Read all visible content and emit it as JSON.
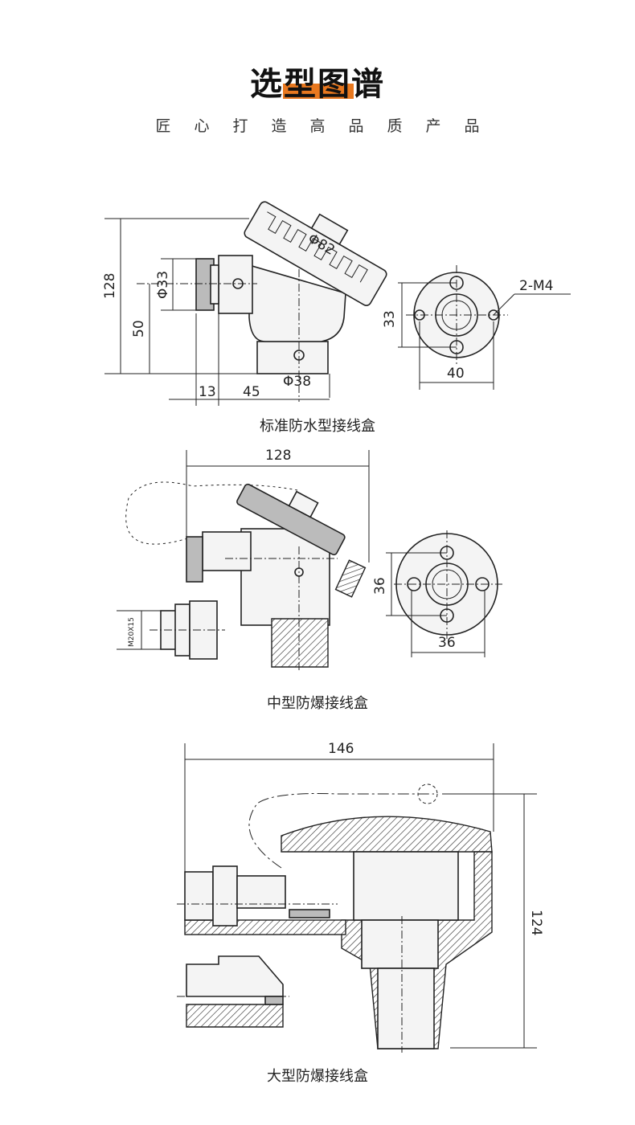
{
  "header": {
    "title": "选型图谱",
    "subtitle": "匠心打造高品质产品"
  },
  "accent_color": "#e8781f",
  "diagrams": [
    {
      "caption": "标准防水型接线盒",
      "dims": {
        "height": "128",
        "thread_dia": "Φ33",
        "lower_height": "50",
        "cap_dia": "Φ82",
        "offset_13": "13",
        "offset_45": "45",
        "base_dia": "Φ38",
        "holes": "2-M4",
        "hole_v": "33",
        "hole_h": "40"
      }
    },
    {
      "caption": "中型防爆接线盒",
      "dims": {
        "width": "128",
        "thread": "M20X15",
        "hole_v": "36",
        "hole_h": "36"
      }
    },
    {
      "caption": "大型防爆接线盒",
      "dims": {
        "width": "146",
        "height": "124"
      }
    }
  ]
}
